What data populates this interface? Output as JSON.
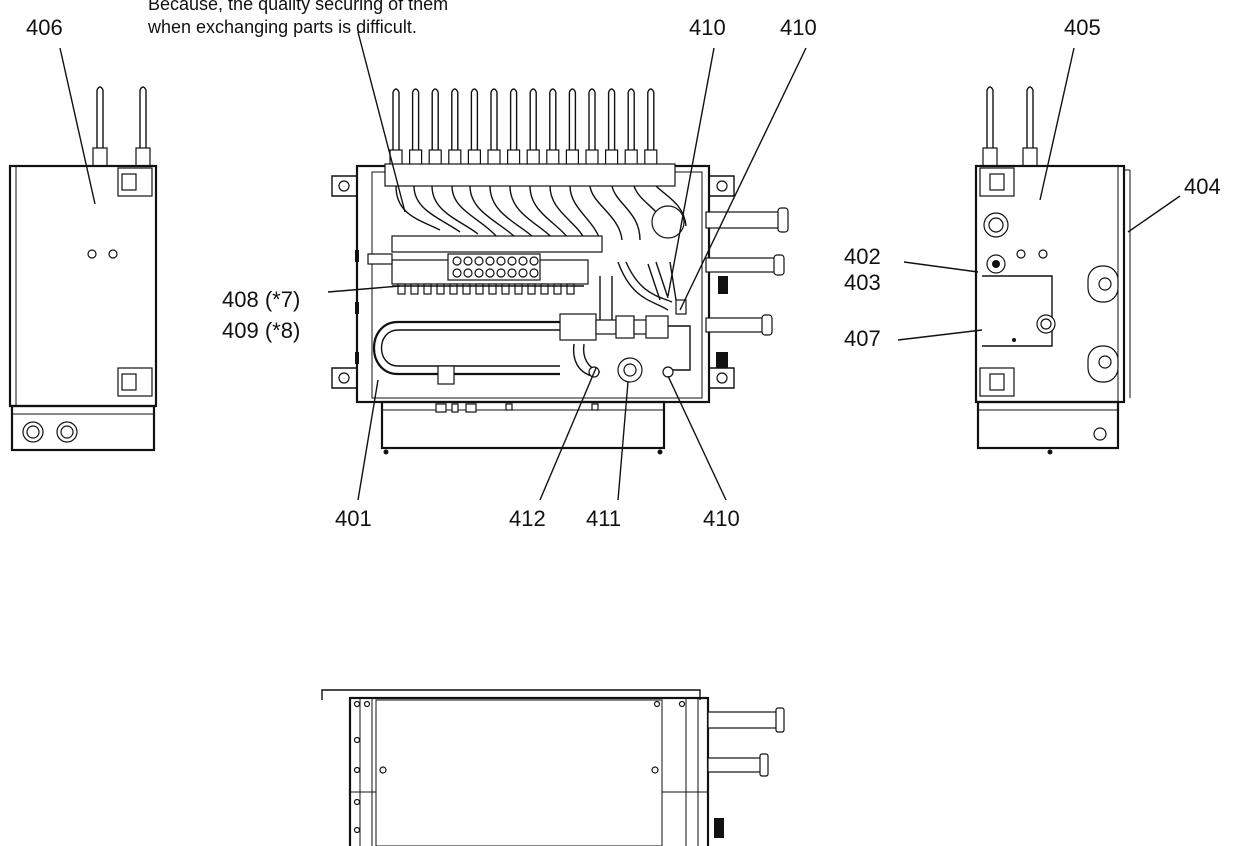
{
  "note": {
    "line1": "Because, the quality securing of them",
    "line2": "when exchanging parts is difficult."
  },
  "labels": {
    "p406": "406",
    "p410_a": "410",
    "p410_b": "410",
    "p405": "405",
    "p404": "404",
    "p402": "402",
    "p403": "403",
    "p407": "407",
    "p408": "408 (*7)",
    "p409": "409 (*8)",
    "p401": "401",
    "p412": "412",
    "p411": "411",
    "p410_c": "410"
  },
  "colors": {
    "ink": "#111111",
    "paper": "#ffffff"
  }
}
